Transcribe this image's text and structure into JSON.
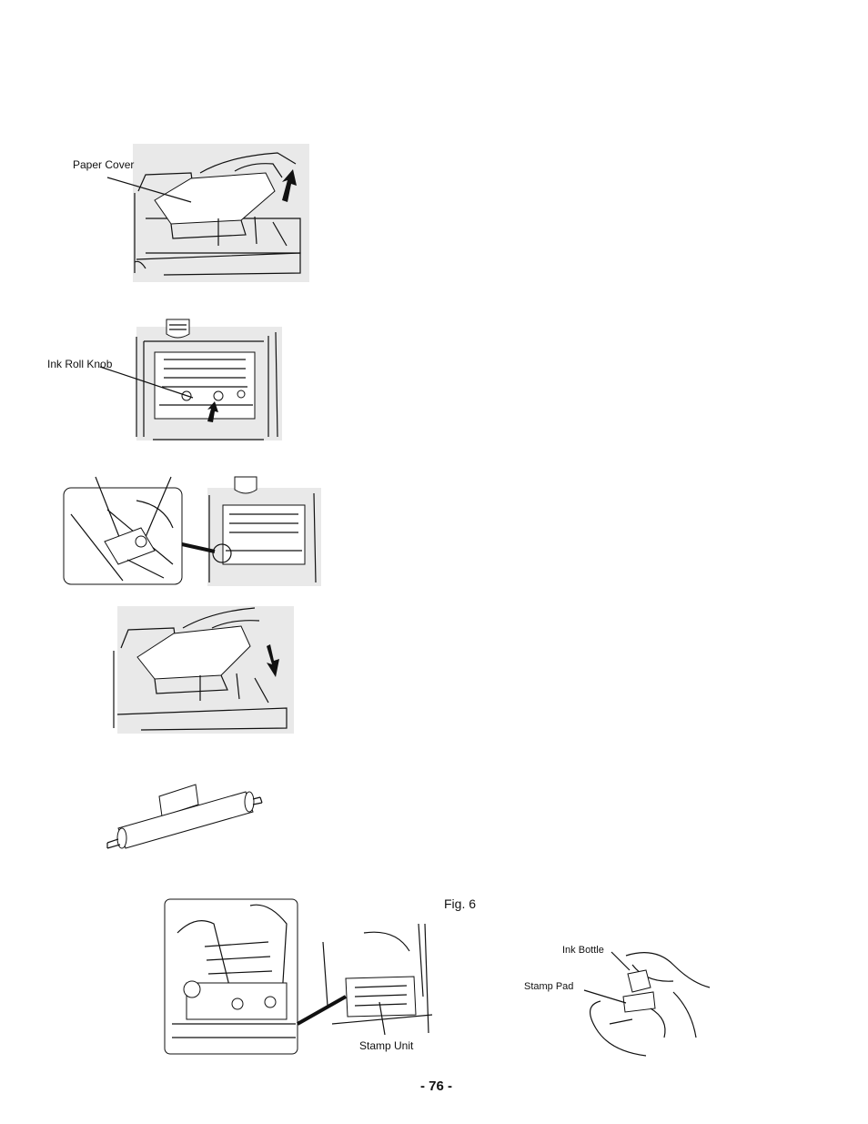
{
  "labels": {
    "paper_cover": "Paper Cover",
    "ink_roll_knob": "Ink Roll Knob",
    "fig_label": "Fig. 6",
    "ink_bottle": "Ink Bottle",
    "stamp_pad": "Stamp Pad",
    "stamp_unit": "Stamp Unit"
  },
  "page_number": "- 76 -"
}
